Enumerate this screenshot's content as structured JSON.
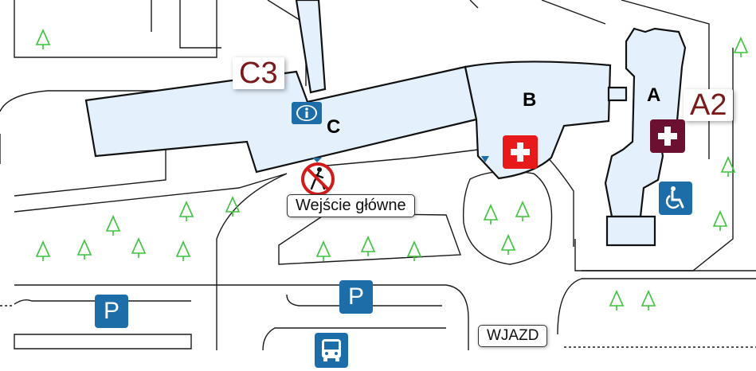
{
  "building_labels": {
    "a": "A",
    "b": "B",
    "c": "C"
  },
  "entrance_codes": {
    "c3": "C3",
    "a2": "A2"
  },
  "main_entrance_label": "Wejście główne",
  "driveway_label": "WJAZD",
  "parking_letter": "P",
  "icons": {
    "info": "info-icon",
    "first_aid_red": "first-aid-cross-icon",
    "first_aid_maroon": "medical-cross-icon",
    "wheelchair": "wheelchair-icon",
    "no_pedestrian": "no-pedestrian-icon",
    "bus": "bus-icon",
    "tree": "tree-icon"
  },
  "colors": {
    "building_fill": "#e4f0fb",
    "label_text": "#7a1a1a",
    "parking_sign": "#1d6da8",
    "tree": "#3cc43c",
    "first_aid_red": "#e8191b",
    "first_aid_maroon": "#6b1031"
  }
}
